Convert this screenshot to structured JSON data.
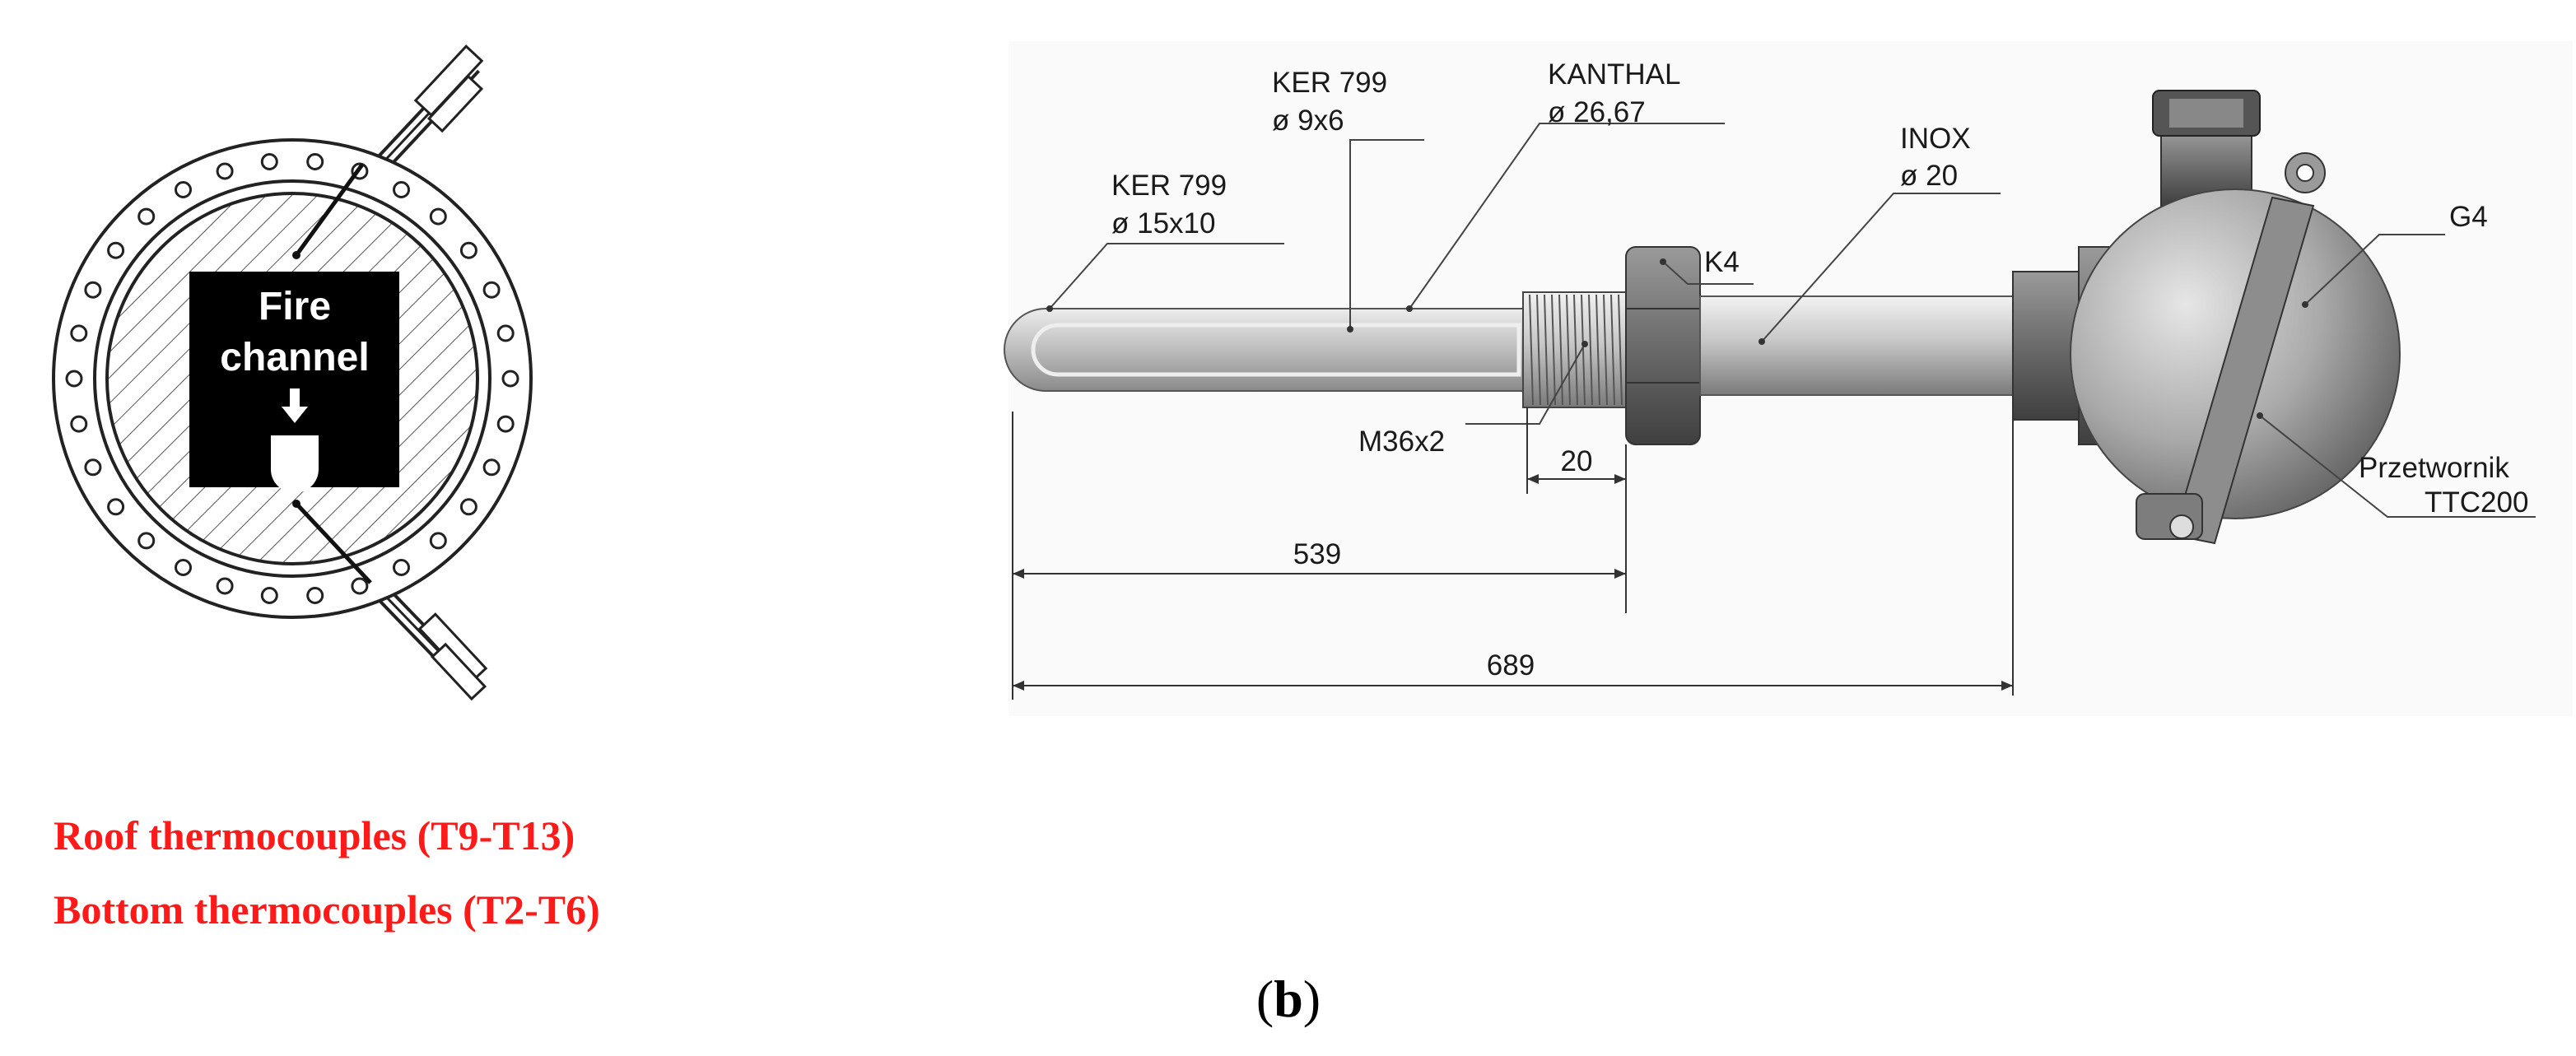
{
  "left_figure": {
    "fire_channel_line1": "Fire",
    "fire_channel_line2": "channel",
    "caption_line1": "Roof thermocouples (T9-T13)",
    "caption_line2": "Bottom thermocouples (T2-T6)"
  },
  "right_figure": {
    "labels": {
      "ker_outer_name": "KER 799",
      "ker_outer_dim": "ø 15x10",
      "ker_inner_name": "KER 799",
      "ker_inner_dim": "ø 9x6",
      "kanthal_name": "KANTHAL",
      "kanthal_dim": "ø 26,67",
      "inox_name": "INOX",
      "inox_dim": "ø 20",
      "nut": "K4",
      "thread": "M36x2",
      "head": "G4",
      "transmitter_line1": "Przetwornik",
      "transmitter_line2": "TTC200"
    },
    "dimensions": {
      "thread_length": "20",
      "insertion_length": "539",
      "total_length": "689"
    }
  },
  "subfigure_label": {
    "open": "(",
    "letter": "b",
    "close": ")"
  }
}
